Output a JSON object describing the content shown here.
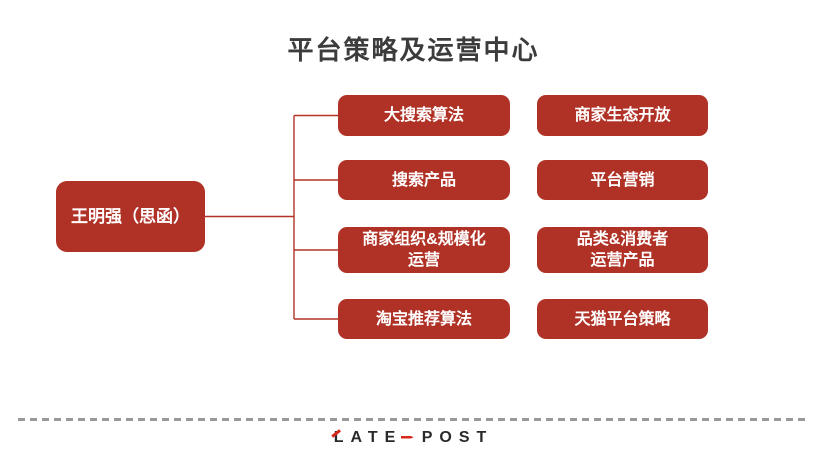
{
  "title": "平台策略及运营中心",
  "root_node": {
    "label": "王明强（思函）"
  },
  "nodes": {
    "middle": [
      {
        "label": "大搜索算法"
      },
      {
        "label": "搜索产品"
      },
      {
        "label": "商家组织&规模化\n运营"
      },
      {
        "label": "淘宝推荐算法"
      }
    ],
    "right": [
      {
        "label": "商家生态开放"
      },
      {
        "label": "平台营销"
      },
      {
        "label": "品类&消费者\n运营产品"
      },
      {
        "label": "天猫平台策略"
      }
    ]
  },
  "footer": {
    "brand": "LATE POST"
  },
  "colors": {
    "node_red": "#b03226",
    "connector_red": "#b23326",
    "title_text": "#3c3c3c",
    "divider_gray": "#999999",
    "brand_text": "#2a2a2a",
    "brand_accent": "#d7281d"
  }
}
